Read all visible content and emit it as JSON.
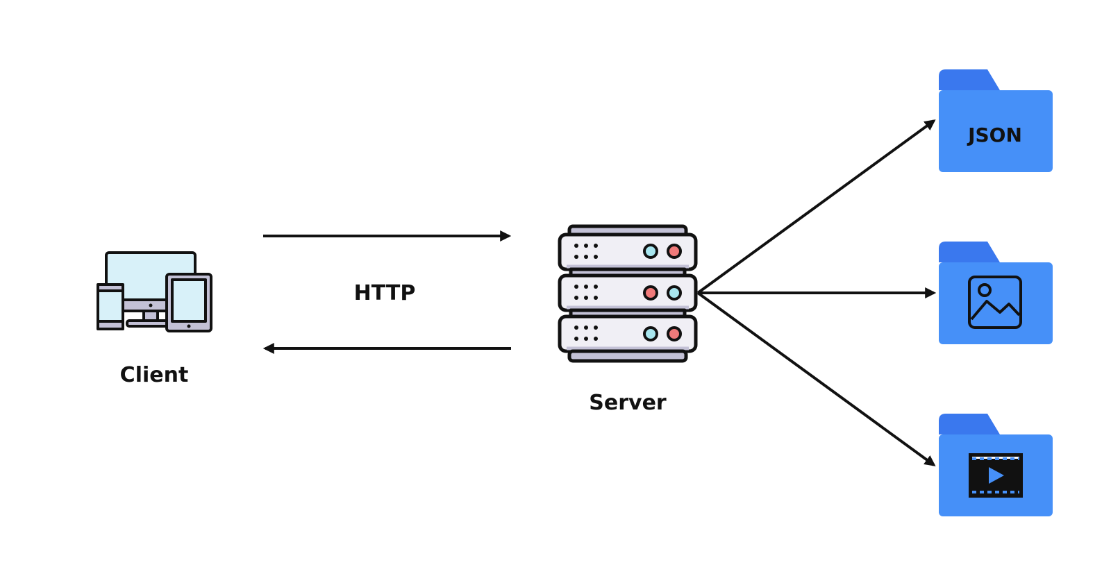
{
  "nodes": {
    "client": {
      "label": "Client"
    },
    "server": {
      "label": "Server"
    }
  },
  "protocol": {
    "label": "HTTP"
  },
  "folders": [
    {
      "label": "JSON",
      "icon": "json-text"
    },
    {
      "label": "",
      "icon": "image-icon"
    },
    {
      "label": "",
      "icon": "video-icon"
    }
  ],
  "colors": {
    "folder_body": "#4690f8",
    "folder_tab": "#3a78ee",
    "screen": "#d8f1f9",
    "server_body": "#f0eff5",
    "server_shade": "#c3c1d6",
    "led_red": "#f07a7a",
    "led_cyan": "#a8e6ef",
    "outline": "#111111"
  }
}
